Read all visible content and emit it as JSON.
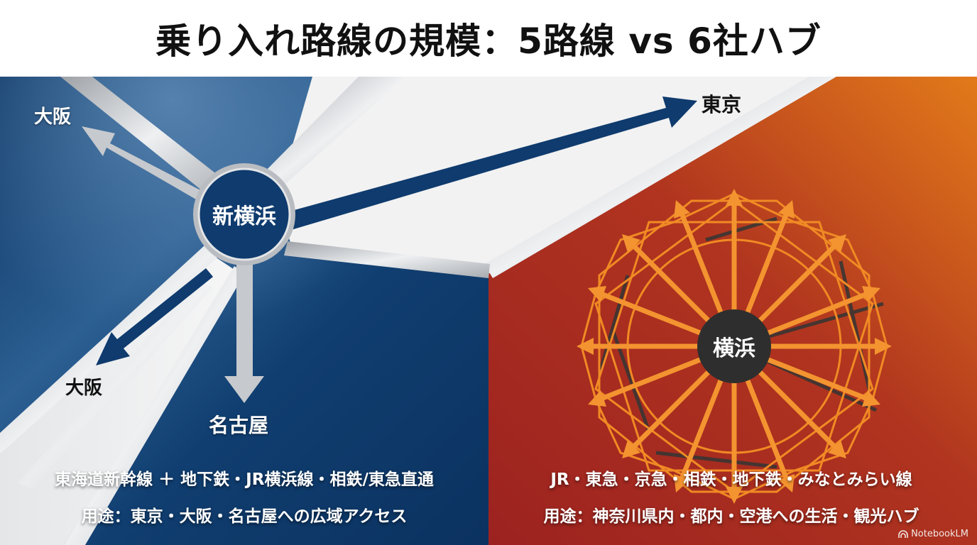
{
  "title": "乗り入れ路線の規模：5路線 vs 6社ハブ",
  "left_panel": {
    "hub": "新横浜",
    "destinations": {
      "osaka_top": "大阪",
      "osaka_bottom": "大阪",
      "nagoya": "名古屋",
      "tokyo": "東京"
    },
    "caption_lines": "東海道新幹線 ＋ 地下鉄・JR横浜線・相鉄/東急直通",
    "caption_usage": "用途：東京・大阪・名古屋への広域アクセス",
    "colors": {
      "navy": "#0f3b6e",
      "silver": "#c4c7cb",
      "white_band": "#f1f1f1"
    }
  },
  "right_panel": {
    "hub": "横浜",
    "caption_lines": "JR・東急・京急・相鉄・地下鉄・みなとみらい線",
    "caption_usage": "用途：神奈川県内・都内・空港への生活・観光ハブ",
    "colors": {
      "red": "#a4261f",
      "orange": "#e87f1c",
      "arrow_orange": "#f0902a",
      "hub_dark": "#2e2e2e"
    }
  },
  "watermark": {
    "icon": "notebooklm-icon",
    "text": "NotebookLM"
  }
}
